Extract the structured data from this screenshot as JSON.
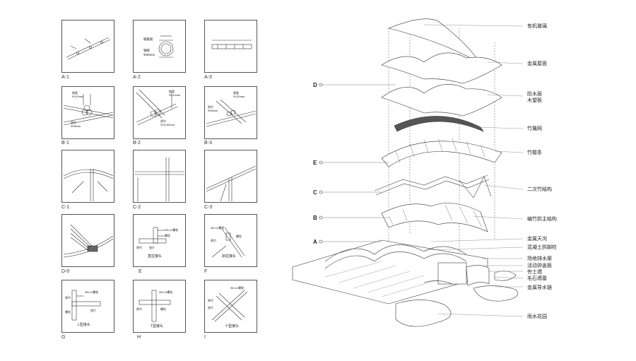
{
  "detail_panels": [
    {
      "id": "A-1",
      "label": "A-1"
    },
    {
      "id": "A-2",
      "label": "A-2",
      "notes": [
        "钢筋套",
        "钢管",
        "Φ50mm"
      ]
    },
    {
      "id": "A-3",
      "label": "A-3"
    },
    {
      "id": "B-1",
      "label": "B-1",
      "notes": [
        "钢管",
        "Φ110mm",
        "原竹",
        "Φ98mm"
      ]
    },
    {
      "id": "B-2",
      "label": "B-2",
      "notes": [
        "钢管",
        "Φ110mm",
        "原竹",
        "Φ15-60mm"
      ]
    },
    {
      "id": "B-3",
      "label": "B-3",
      "notes": [
        "钢管",
        "Φ110mm",
        "原竹",
        "Φ98mm"
      ]
    },
    {
      "id": "C-1",
      "label": "C-1"
    },
    {
      "id": "C-2",
      "label": "C-2"
    },
    {
      "id": "C-3",
      "label": "C-3"
    },
    {
      "id": "D-0",
      "label": "D-0"
    },
    {
      "id": "E",
      "label": "E",
      "notes": [
        "Φ8-12螺栓",
        "原竹",
        "垫片",
        "螺栓",
        "直拉接头"
      ]
    },
    {
      "id": "F",
      "label": "F",
      "notes": [
        "Φ8-12螺栓",
        "原竹",
        "螺栓",
        "斜拉接头"
      ]
    },
    {
      "id": "G",
      "label": "G",
      "notes": [
        "Φ8-12螺栓",
        "原竹",
        "垫片",
        "螺栓",
        "L型接头"
      ]
    },
    {
      "id": "H",
      "label": "H",
      "notes": [
        "Φ8-12螺栓",
        "原竹",
        "螺栓",
        "T型接头"
      ]
    },
    {
      "id": "I",
      "label": "I",
      "notes": [
        "Φ8-12螺栓",
        "原竹",
        "垫片",
        "十型接头"
      ]
    }
  ],
  "layer_letters": [
    "D",
    "E",
    "C",
    "B",
    "A"
  ],
  "legend": [
    "有机玻璃",
    "金属屋面",
    "防水层",
    "木望板",
    "竹篾网",
    "竹檩条",
    "二次竹结构",
    "编竹拱主结构",
    "金属天沟",
    "混凝土拱脚柱",
    "场地排水渠",
    "活动钟盖板",
    "夯土墙",
    "毛石墙基",
    "金属导水链",
    "雨水花园"
  ]
}
